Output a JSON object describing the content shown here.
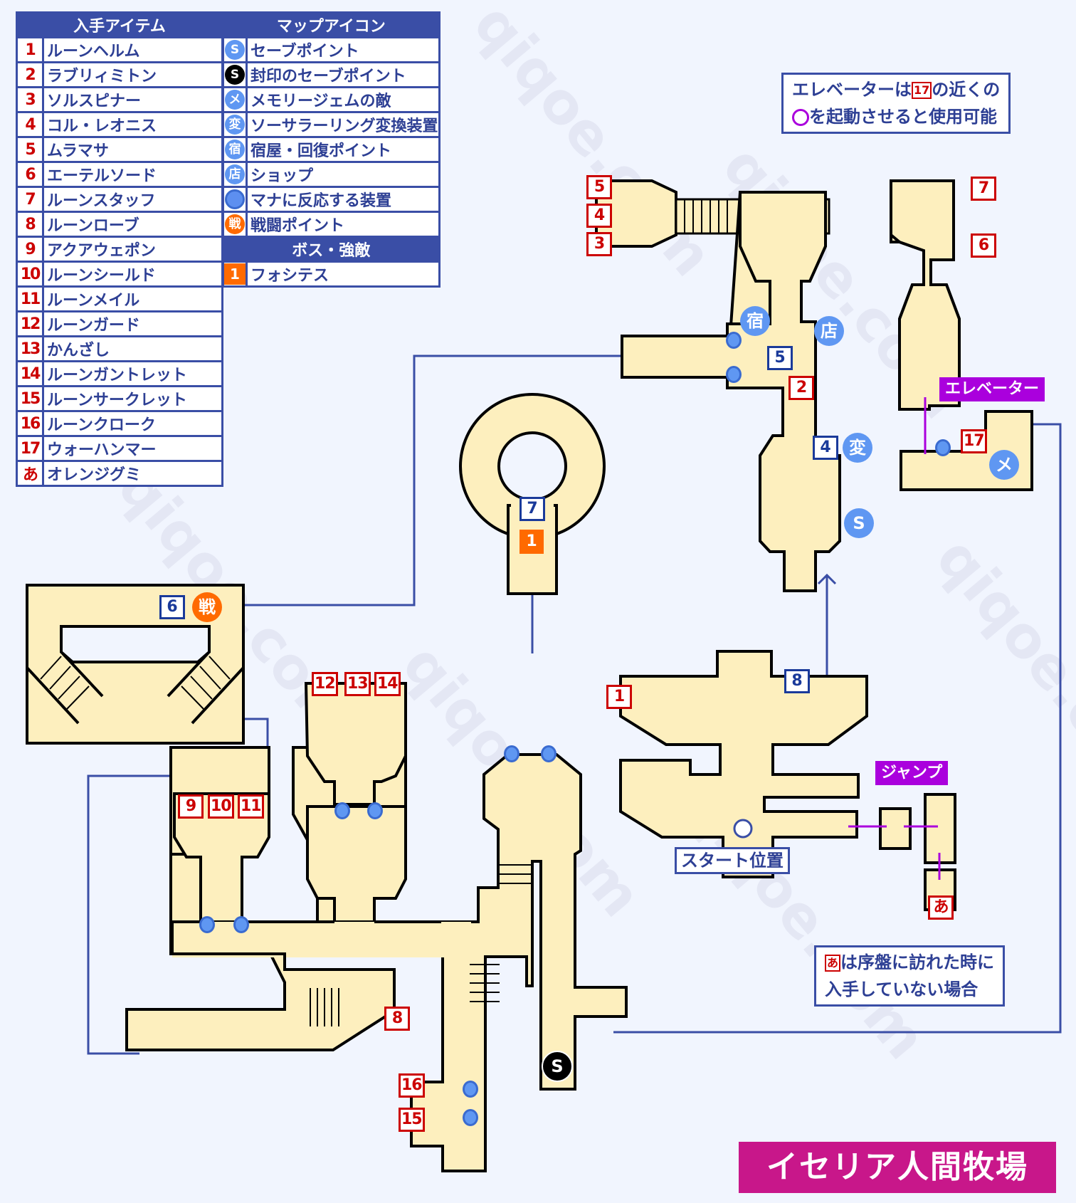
{
  "title": "イセリア人間牧場",
  "watermark_text": "qiqoe.com",
  "legend_items": {
    "header": "入手アイテム",
    "rows": [
      {
        "num": "1",
        "name": "ルーンヘルム"
      },
      {
        "num": "2",
        "name": "ラブリィミトン"
      },
      {
        "num": "3",
        "name": "ソルスピナー"
      },
      {
        "num": "4",
        "name": "コル・レオニス"
      },
      {
        "num": "5",
        "name": "ムラマサ"
      },
      {
        "num": "6",
        "name": "エーテルソード"
      },
      {
        "num": "7",
        "name": "ルーンスタッフ"
      },
      {
        "num": "8",
        "name": "ルーンローブ"
      },
      {
        "num": "9",
        "name": "アクアウェポン"
      },
      {
        "num": "10",
        "name": "ルーンシールド"
      },
      {
        "num": "11",
        "name": "ルーンメイル"
      },
      {
        "num": "12",
        "name": "ルーンガード"
      },
      {
        "num": "13",
        "name": "かんざし"
      },
      {
        "num": "14",
        "name": "ルーンガントレット"
      },
      {
        "num": "15",
        "name": "ルーンサークレット"
      },
      {
        "num": "16",
        "name": "ルーンクローク"
      },
      {
        "num": "17",
        "name": "ウォーハンマー"
      },
      {
        "num": "あ",
        "name": "オレンジグミ"
      }
    ]
  },
  "legend_icons": {
    "header": "マップアイコン",
    "rows": [
      {
        "icon": "save-point-icon",
        "glyph": "S",
        "name": "セーブポイント"
      },
      {
        "icon": "sealed-save-point-icon",
        "glyph": "S",
        "name": "封印のセーブポイント"
      },
      {
        "icon": "memory-gem-enemy-icon",
        "glyph": "メ",
        "name": "メモリージェムの敵"
      },
      {
        "icon": "sorcerer-ring-converter-icon",
        "glyph": "変",
        "name": "ソーサラーリング変換装置"
      },
      {
        "icon": "inn-icon",
        "glyph": "宿",
        "name": "宿屋・回復ポイント"
      },
      {
        "icon": "shop-icon",
        "glyph": "店",
        "name": "ショップ"
      },
      {
        "icon": "mana-device-icon",
        "glyph": "",
        "name": "マナに反応する装置"
      },
      {
        "icon": "battle-point-icon",
        "glyph": "戦",
        "name": "戦闘ポイント"
      }
    ],
    "boss_header": "ボス・強敵",
    "boss_rows": [
      {
        "num": "1",
        "name": "フォシテス"
      }
    ]
  },
  "notes": {
    "elevator_line1_pre": "エレベーターは",
    "elevator_ref": "17",
    "elevator_line1_post": "の近くの",
    "elevator_line2": "を起動させると使用可能",
    "gummy_ref": "あ",
    "gummy_line1": "は序盤に訪れた時に",
    "gummy_line2": "入手していない場合"
  },
  "map_labels": {
    "elevator": "エレベーター",
    "jump": "ジャンプ",
    "start": "スタート位置"
  },
  "item_markers": [
    "5",
    "4",
    "3",
    "7",
    "6",
    "2",
    "17",
    "1",
    "12",
    "13",
    "14",
    "9",
    "10",
    "11",
    "8",
    "16",
    "15",
    "あ"
  ],
  "blue_markers": [
    "5",
    "4",
    "7",
    "6",
    "8"
  ],
  "boss_markers": [
    "1"
  ],
  "icon_markers": {
    "inn": "宿",
    "shop": "店",
    "convert": "変",
    "save": "S",
    "memory": "メ",
    "battle": "戦",
    "sealed_save": "S"
  }
}
